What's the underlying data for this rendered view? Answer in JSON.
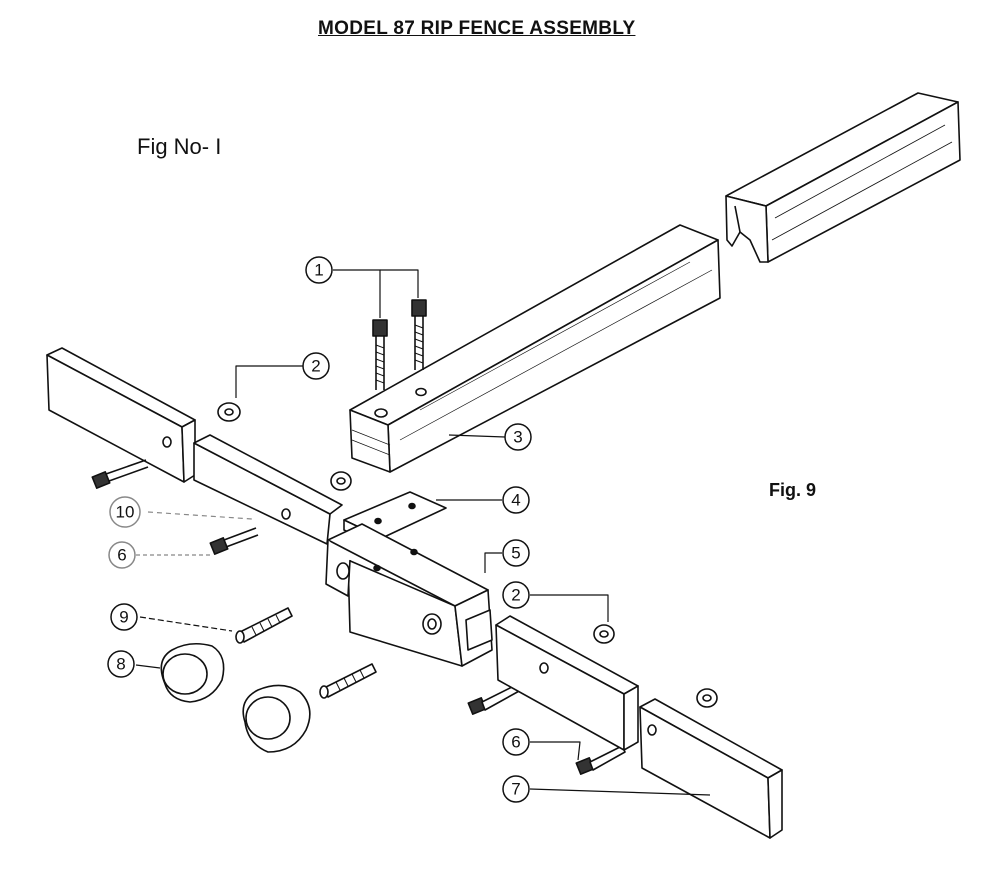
{
  "title": "MODEL 87 RIP FENCE ASSEMBLY",
  "figure_number": "Fig No- I",
  "figure_label": "Fig. 9",
  "callouts": [
    {
      "id": "1",
      "label": "1"
    },
    {
      "id": "2a",
      "label": "2"
    },
    {
      "id": "3",
      "label": "3"
    },
    {
      "id": "4",
      "label": "4"
    },
    {
      "id": "5",
      "label": "5"
    },
    {
      "id": "2b",
      "label": "2"
    },
    {
      "id": "10",
      "label": "10"
    },
    {
      "id": "6a",
      "label": "6"
    },
    {
      "id": "9",
      "label": "9"
    },
    {
      "id": "8",
      "label": "8"
    },
    {
      "id": "6b",
      "label": "6"
    },
    {
      "id": "7",
      "label": "7"
    }
  ]
}
